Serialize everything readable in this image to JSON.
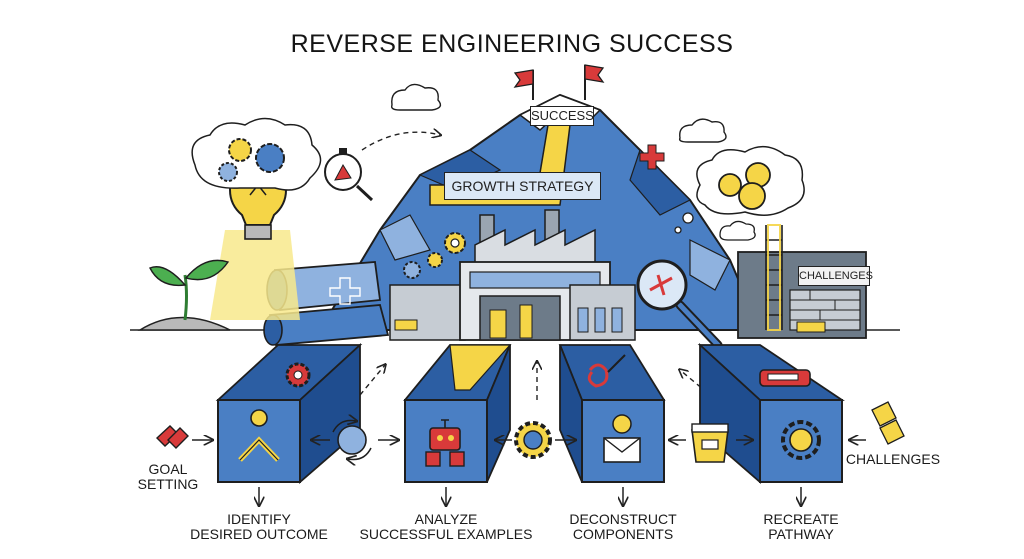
{
  "title": "REVERSE ENGINEERING SUCCESS",
  "mountain": {
    "success_sign": "SUCCESS",
    "strategy_sign": "GROWTH STRATEGY",
    "challenges_sign": "CHALLENGES"
  },
  "left_input": {
    "label": "GOAL\nSETTING"
  },
  "right_input": {
    "label": "CHALLENGES"
  },
  "steps": [
    {
      "label": "IDENTIFY\nDESIRED OUTCOME",
      "icon": "target-person-icon"
    },
    {
      "label": "ANALYZE\nSUCCESSFUL EXAMPLES",
      "icon": "robot-icon"
    },
    {
      "label": "DECONSTRUCT\nCOMPONENTS",
      "icon": "envelope-icon"
    },
    {
      "label": "RECREATE\nPATHWAY",
      "icon": "gear-dollar-icon"
    }
  ],
  "colors": {
    "blue": "#4a7fc4",
    "blue_dark": "#2c5ea3",
    "yellow": "#f5d547",
    "red": "#d83a3a",
    "outline": "#1e1e1e"
  }
}
